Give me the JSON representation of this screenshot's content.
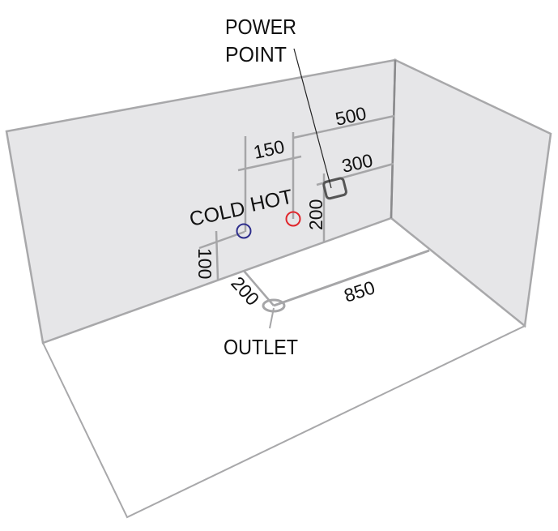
{
  "diagram": {
    "title": "Room plumbing rough-in layout",
    "colors": {
      "wall_fill": "#e6e6e8",
      "floor_fill": "#ffffff",
      "edge": "#a8a8aa",
      "dim_line": "#a6a6a8",
      "cold": "#2e2e8c",
      "hot": "#e0262c",
      "power_point": "#555555",
      "text": "#111111"
    },
    "labels": {
      "power_point_line1": "POWER",
      "power_point_line2": "POINT",
      "cold": "COLD",
      "hot": "HOT",
      "outlet": "OUTLET"
    },
    "dimensions": {
      "cold_height": "100",
      "cold_hot_spacing": "150",
      "hot_to_corner": "500",
      "power_point_to_corner": "300",
      "power_point_height": "200",
      "outlet_from_wall": "200",
      "outlet_to_corner": "850"
    },
    "units": "mm"
  }
}
